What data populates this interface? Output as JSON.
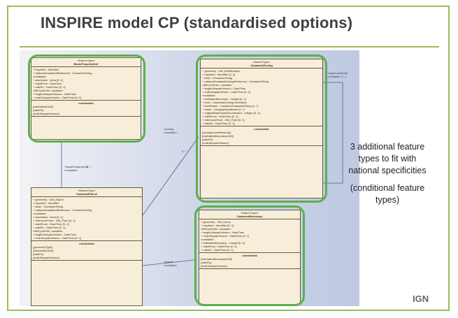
{
  "slide": {
    "title": "INSPIRE model CP (standardised options)",
    "note_main": "3 additional feature types to fit with national specificities",
    "note_sub": "(conditional feature types)",
    "logo": "IGN",
    "accent_color": "#9bbb59",
    "highlight_color": "#5cb04a"
  },
  "classes": [
    {
      "stereotype": "«featureType»",
      "name": "BasicPropertyUnit",
      "attrs": [
        "+ inspireId : Identifier",
        "+ nationalCadastralReference : CharacterString"
      ],
      "lifecycle_label": "«voidable»",
      "lifecycle": [
        "+ areaValue : Area [0..1]",
        "+ validFrom : DateTime",
        "+ validTo : DateTime [0..1]"
      ],
      "lifecycle2_label": "«lifeCycleInfo, voidable»",
      "lifecycle2": [
        "+ beginLifespanVersion : DateTime",
        "+ endLifespanVersion : DateTime [0..1]"
      ],
      "constraints_title": "constraints",
      "constraints": [
        "{areaValueUoM}",
        "{validTo}",
        "{endLifespanVersion}"
      ]
    },
    {
      "stereotype": "«featureType»",
      "name": "CadastralZoning",
      "attrs": [
        "+ geometry : GM_MultiSurface",
        "+ inspireId : Identifier [0..1]",
        "+ label : CharacterString",
        "+ nationalCadastalZoningReference : CharacterString"
      ],
      "lifecycle_label": "«lifeCycleInfo, voidable»",
      "lifecycle": [
        "+ beginLifespanVersion : DateTime",
        "+ endLifespanVersion : DateTime [0..1]"
      ],
      "lifecycle2_label": "«voidable»",
      "lifecycle2": [
        "+ estimatedAccuracy : Length [0..1]",
        "+ level : CadastralZoningLevelValue",
        "+ levelName : LocalisedCharacterString [1..*]",
        "+ name : GeographicalName [0..*]",
        "+ originalMapScaleDenominator : Integer [0..1]",
        "+ validFrom : DateTime [0..1]",
        "+ referencePoint : GM_Point [0..1]",
        "+ validTo : DateTime [0..1]"
      ],
      "constraints_title": "constraints",
      "constraints": [
        "{zoningLevelHierarchy}",
        "{estimatedAccuracyUoM}",
        "{validTo}",
        "{endLifespanVersion}"
      ]
    },
    {
      "stereotype": "«featureType»",
      "name": "CadastralParcel",
      "attrs": [
        "+ geometry : GM_Object",
        "+ inspireId : Identifier",
        "+ label : CharacterString",
        "+ nationalCadastralReference : CharacterString"
      ],
      "lifecycle_label": "«voidable»",
      "lifecycle": [
        "+ areaValue : Area [0..1]",
        "+ referencePoint : GM_Point [0..1]",
        "+ validFrom : DateTime [0..1]",
        "+ validTo : DateTime [0..1]"
      ],
      "lifecycle2_label": "«lifeCycleInfo, voidable»",
      "lifecycle2": [
        "+ beginLifespanVersion : DateTime",
        "+ endLifespanVersion : DateTime [0..1]"
      ],
      "constraints_title": "constraints",
      "constraints": [
        "{geometryType}",
        "{areaValueUoM}",
        "{validTo}",
        "{endLifespanVersion}"
      ]
    },
    {
      "stereotype": "«featureType»",
      "name": "CadastralBoundary",
      "attrs": [
        "+ geometry : GM_Curve",
        "+ inspireId : Identifier [0..1]"
      ],
      "lifecycle_label": "«lifeCycleInfo, voidable»",
      "lifecycle": [
        "+ beginLifespanVersion : DateTime",
        "+ endLifespanVersion : DateTime [0..1]"
      ],
      "lifecycle2_label": "«voidable»",
      "lifecycle2": [
        "+ estimatedAccuracy : Length [0..1]",
        "+ validFrom : DateTime [0..1]",
        "+ validTo : DateTime [0..1]"
      ],
      "constraints_title": "constraints",
      "constraints": [
        "{estimatedAccuracyUoM}",
        "{validTo}",
        "{endLifespanVersion}"
      ]
    }
  ],
  "associations": {
    "zoning": "+zoning\n«voidable»",
    "basic_property": "+basicPropertyUnit\n«voidable»",
    "parcel": "+parcel\n«voidable»",
    "upper_level": "+upperLevelUnit\n«voidable» 0..1",
    "mult_a": "0..*",
    "mult_b": "0..*"
  }
}
